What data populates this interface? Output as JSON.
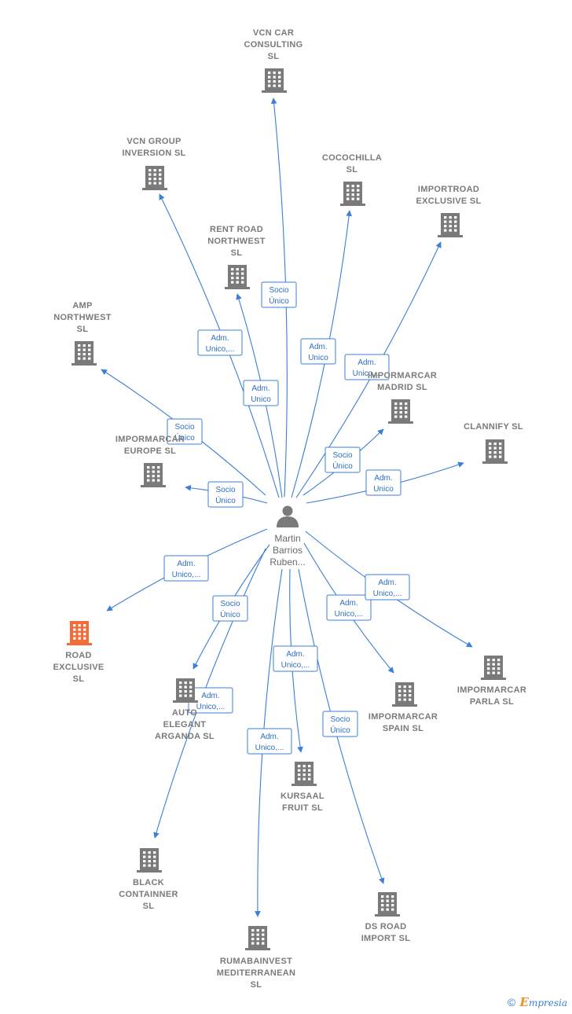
{
  "center": {
    "name_lines": [
      "Martin",
      "Barrios",
      "Ruben..."
    ]
  },
  "colors": {
    "edge": "#3b7fd6",
    "building": "#7a7a7a",
    "highlight": "#f26b38"
  },
  "nodes": [
    {
      "id": "vcn-car-consulting",
      "lines": [
        "VCN CAR",
        "CONSULTING",
        "SL"
      ]
    },
    {
      "id": "vcn-group-inversion",
      "lines": [
        "VCN GROUP",
        "INVERSION  SL"
      ]
    },
    {
      "id": "cocochilla",
      "lines": [
        "COCOCHILLA",
        "SL"
      ]
    },
    {
      "id": "importroad-exclusive",
      "lines": [
        "IMPORTROAD",
        "EXCLUSIVE  SL"
      ]
    },
    {
      "id": "rent-road-northwest",
      "lines": [
        "RENT ROAD",
        "NORTHWEST",
        "SL"
      ]
    },
    {
      "id": "amp-northwest",
      "lines": [
        "AMP",
        "NORTHWEST",
        "SL"
      ]
    },
    {
      "id": "impormarcar-madrid",
      "lines": [
        "IMPORMARCAR",
        "MADRID  SL"
      ]
    },
    {
      "id": "clannify",
      "lines": [
        "CLANNIFY  SL"
      ]
    },
    {
      "id": "impormarcar-europe",
      "lines": [
        "IMPORMARCAR",
        "EUROPE  SL"
      ]
    },
    {
      "id": "road-exclusive",
      "lines": [
        "ROAD",
        "EXCLUSIVE",
        "SL"
      ],
      "highlight": true
    },
    {
      "id": "auto-elegant-arganda",
      "lines": [
        "AUTO",
        "ELEGANT",
        "ARGANDA  SL"
      ]
    },
    {
      "id": "impormarcar-spain",
      "lines": [
        "IMPORMARCAR",
        "SPAIN  SL"
      ]
    },
    {
      "id": "impormarcar-parla",
      "lines": [
        "IMPORMARCAR",
        "PARLA  SL"
      ]
    },
    {
      "id": "kursaal-fruit",
      "lines": [
        "KURSAAL",
        "FRUIT  SL"
      ]
    },
    {
      "id": "black-containner",
      "lines": [
        "BLACK",
        "CONTAINNER",
        "SL"
      ]
    },
    {
      "id": "ds-road-import",
      "lines": [
        "DS ROAD",
        "IMPORT  SL"
      ]
    },
    {
      "id": "rumabainvest-mediterranean",
      "lines": [
        "RUMABAINVEST",
        "MEDITERRANEAN",
        "SL"
      ]
    }
  ],
  "edges": [
    {
      "to": "vcn-car-consulting",
      "role": [
        "Socio",
        "Único"
      ]
    },
    {
      "to": "vcn-group-inversion",
      "role": [
        "Adm.",
        "Unico,..."
      ]
    },
    {
      "to": "rent-road-northwest",
      "role": [
        "Adm.",
        "Unico"
      ]
    },
    {
      "to": "cocochilla",
      "role": [
        "Adm.",
        "Unico"
      ]
    },
    {
      "to": "importroad-exclusive",
      "role": [
        "Adm.",
        "Unico,..."
      ]
    },
    {
      "to": "amp-northwest",
      "role": [
        "Socio",
        "Único"
      ]
    },
    {
      "to": "impormarcar-europe",
      "role": [
        "Socio",
        "Único"
      ]
    },
    {
      "to": "impormarcar-madrid",
      "role": [
        "Socio",
        "Único"
      ]
    },
    {
      "to": "clannify",
      "role": [
        "Adm.",
        "Unico"
      ]
    },
    {
      "to": "road-exclusive",
      "role": [
        "Adm.",
        "Unico,..."
      ]
    },
    {
      "to": "auto-elegant-arganda",
      "role": [
        "Socio",
        "Único"
      ]
    },
    {
      "to": "black-containner",
      "role": [
        "Adm.",
        "Unico,..."
      ]
    },
    {
      "to": "impormarcar-spain",
      "role": [
        "Adm.",
        "Unico,..."
      ]
    },
    {
      "to": "impormarcar-parla",
      "role": [
        "Adm.",
        "Unico,..."
      ]
    },
    {
      "to": "kursaal-fruit",
      "role": [
        "Adm.",
        "Unico,..."
      ]
    },
    {
      "to": "rumabainvest-mediterranean",
      "role": [
        "Adm.",
        "Unico,..."
      ]
    },
    {
      "to": "ds-road-import",
      "role": [
        "Socio",
        "Único"
      ]
    }
  ],
  "footer": {
    "copyright": "©",
    "brand": "mpresia",
    "brand_initial": "E"
  }
}
